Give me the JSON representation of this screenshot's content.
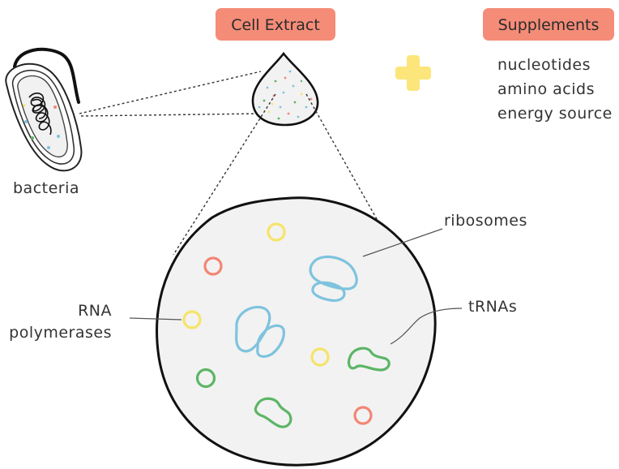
{
  "labels": {
    "cell_extract": "Cell Extract",
    "supplements": "Supplements",
    "bacteria": "bacteria",
    "ribosomes": "ribosomes",
    "trnas": "tRNAs",
    "rna_line1": "RNA",
    "rna_line2": "polymerases"
  },
  "supplements_list": [
    "nucleotides",
    "amino acids",
    "energy source"
  ],
  "colors": {
    "badge": "#F58C78",
    "plus": "#FCE57A",
    "ribosome": "#7EC3DE",
    "trna": "#5CB566",
    "polymerase_yellow": "#F5E46A",
    "polymerase_red": "#F28674",
    "outline": "#1c1c1c",
    "cell_fill": "#F2F2F2"
  },
  "icons": {
    "plus": "plus-icon",
    "bacterium": "bacterium-icon",
    "drop": "extract-drop-icon"
  }
}
